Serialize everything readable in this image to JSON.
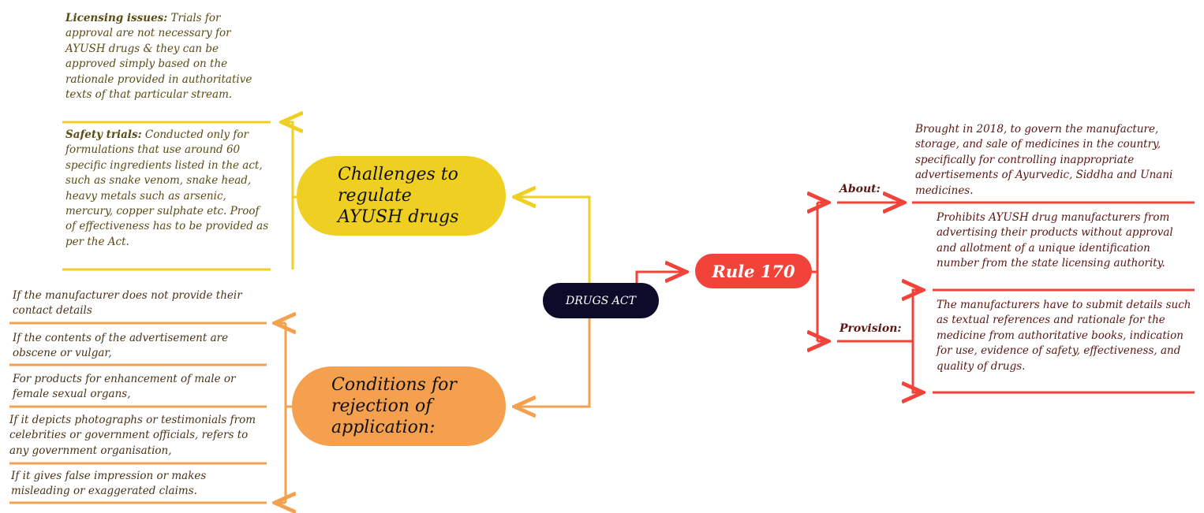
{
  "center": {
    "label": "DRUGS ACT"
  },
  "challenges": {
    "title": "Challenges to regulate AYUSH drugs",
    "items": [
      {
        "head": "Licensing issues:",
        "body": " Trials for approval are not necessary for AYUSH drugs & they can be approved simply based on the rationale provided in authoritative texts of that particular stream."
      },
      {
        "head": "Safety trials:",
        "body": " Conducted only for formulations that use around 60 specific ingredients listed in the act, such as snake venom, snake head, heavy metals such as arsenic, mercury, copper sulphate etc. Proof of effectiveness has to be provided as per the Act."
      }
    ]
  },
  "conditions": {
    "title": "Conditions for rejection of application:",
    "items": [
      "If the manufacturer does not provide their contact details",
      "If  the contents of the advertisement are obscene or vulgar,",
      "For products for enhancement of male or female sexual organs,",
      "If it depicts photographs or testimonials from celebrities or government officials, refers to any government organisation,",
      "If it gives false impression or makes misleading or exaggerated claims."
    ]
  },
  "rule": {
    "title": "Rule 170",
    "about_label": "About:",
    "about_text": "Brought in 2018, to govern the manufacture, storage, and sale of medicines in the country, specifically for controlling inappropriate advertisements of Ayurvedic, Siddha and Unani medicines.",
    "provision_label": "Provision:",
    "provisions": [
      "Prohibits AYUSH drug manufacturers from advertising their products without approval and allotment of a unique identification number from the state licensing authority.",
      "The manufacturers have to submit details such as textual references and rationale for the medicine from authoritative books, indication for use, evidence of safety, effectiveness, and quality of drugs."
    ]
  },
  "colors": {
    "center": "#0c0b2a",
    "challenges": "#f0cf23",
    "conditions": "#f4a04f",
    "rule": "#f2433b"
  }
}
